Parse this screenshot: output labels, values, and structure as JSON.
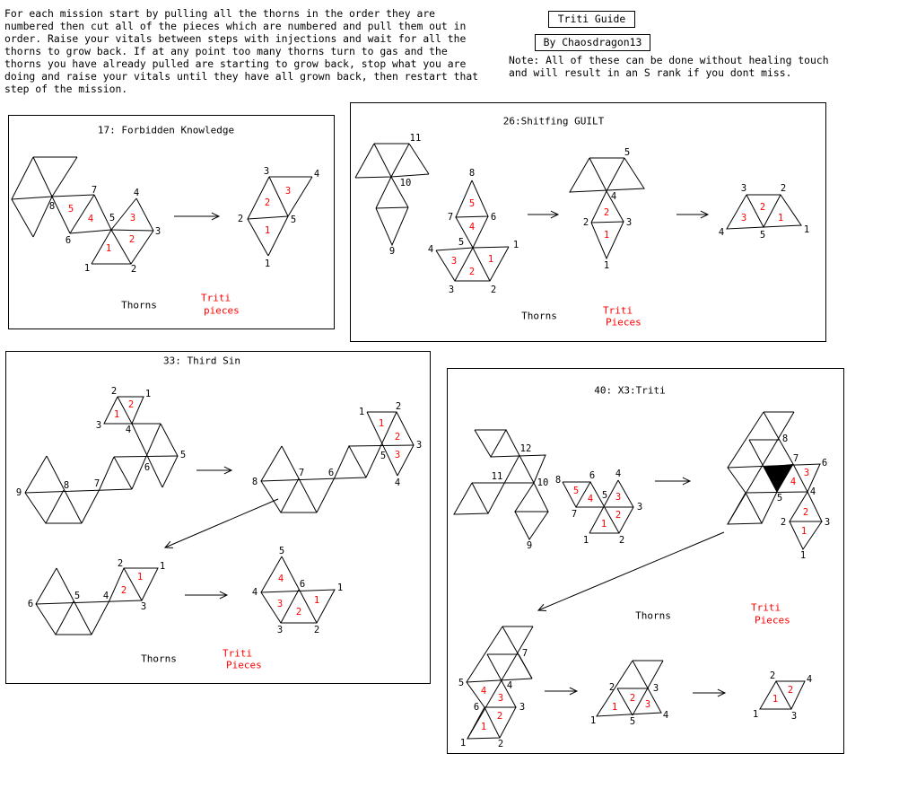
{
  "intro": {
    "lines": [
      "For each mission start by pulling all the thorns in the order they are",
      "numbered then cut all of the pieces which are numbered and pull them out in",
      "order. Raise your vitals between steps with injections and wait for all the",
      "thorns to grow back. If at any point too many thorns turn to gas and the",
      "thorns you have already pulled are starting to grow back, stop what you are",
      "doing and raise your vitals until they have all grown back, then restart that",
      "step of the mission."
    ]
  },
  "header": {
    "title": "Triti Guide",
    "author": "By Chaosdragon13",
    "note_lines": [
      "Note: All of these can be done without healing touch",
      "and will result in an S rank if you dont miss."
    ]
  },
  "colors": {
    "piece_numbers": "#ff0000",
    "lines": "#000000"
  },
  "panels": [
    {
      "title": "17: Forbidden Knowledge",
      "thorns_label": "Thorns",
      "triti_label_1": "Triti",
      "triti_label_2": "pieces",
      "figures": [
        {
          "thorns": [
            "7",
            "8",
            "6",
            "5",
            "4",
            "3",
            "1",
            "2"
          ],
          "pieces": [
            "5",
            "4",
            "3",
            "2",
            "1"
          ]
        },
        {
          "thorns": [
            "3",
            "4",
            "2",
            "5",
            "1"
          ],
          "pieces": [
            "2",
            "3",
            "1"
          ]
        }
      ]
    },
    {
      "title": "26:Shitfing GUILT",
      "thorns_label": "Thorns",
      "triti_label_1": "Triti",
      "triti_label_2": "Pieces",
      "figures": [
        {
          "thorns": [
            "11",
            "10",
            "9"
          ],
          "pieces": []
        },
        {
          "thorns": [
            "8",
            "7",
            "6",
            "5",
            "4",
            "1",
            "3",
            "2"
          ],
          "pieces": [
            "5",
            "4",
            "3",
            "2",
            "1"
          ]
        },
        {
          "thorns": [
            "5",
            "4",
            "2",
            "3",
            "1"
          ],
          "pieces": [
            "2",
            "1"
          ]
        },
        {
          "thorns": [
            "3",
            "2",
            "4",
            "5",
            "1"
          ],
          "pieces": [
            "3",
            "2",
            "1"
          ]
        }
      ]
    },
    {
      "title": "33: Third Sin",
      "thorns_label": "Thorns",
      "triti_label_1": "Triti",
      "triti_label_2": "Pieces",
      "figures": [
        {
          "thorns": [
            "2",
            "1",
            "3",
            "4",
            "5",
            "6",
            "7",
            "8",
            "9"
          ],
          "pieces": [
            "1",
            "2"
          ]
        },
        {
          "thorns": [
            "1",
            "2",
            "3",
            "4",
            "5",
            "6",
            "7",
            "8"
          ],
          "pieces": [
            "1",
            "2",
            "3"
          ]
        },
        {
          "thorns": [
            "6",
            "5",
            "4",
            "2",
            "1",
            "3"
          ],
          "pieces": [
            "1",
            "2"
          ]
        },
        {
          "thorns": [
            "5",
            "4",
            "6",
            "1",
            "3",
            "2"
          ],
          "pieces": [
            "4",
            "3",
            "2",
            "1"
          ]
        }
      ]
    },
    {
      "title": "40: X3:Triti",
      "thorns_label": "Thorns",
      "triti_label_1": "Triti",
      "triti_label_2": "Pieces",
      "figures": [
        {
          "thorns": [
            "12",
            "11",
            "10",
            "9"
          ],
          "pieces": []
        },
        {
          "thorns": [
            "8",
            "6",
            "7",
            "5",
            "4",
            "3",
            "1",
            "2"
          ],
          "pieces": [
            "5",
            "4",
            "3",
            "2",
            "1"
          ]
        },
        {
          "thorns": [
            "8",
            "7",
            "6",
            "5",
            "4",
            "2",
            "3",
            "1"
          ],
          "pieces": [
            "3",
            "4",
            "2",
            "1"
          ]
        },
        {
          "thorns": [
            "7",
            "5",
            "4",
            "6",
            "3",
            "1",
            "2"
          ],
          "pieces": [
            "4",
            "3",
            "2",
            "1"
          ]
        },
        {
          "thorns": [
            "2",
            "3",
            "1",
            "5",
            "4"
          ],
          "pieces": [
            "1",
            "2",
            "3"
          ]
        },
        {
          "thorns": [
            "2",
            "4",
            "1",
            "3"
          ],
          "pieces": [
            "1",
            "2"
          ]
        }
      ]
    }
  ]
}
